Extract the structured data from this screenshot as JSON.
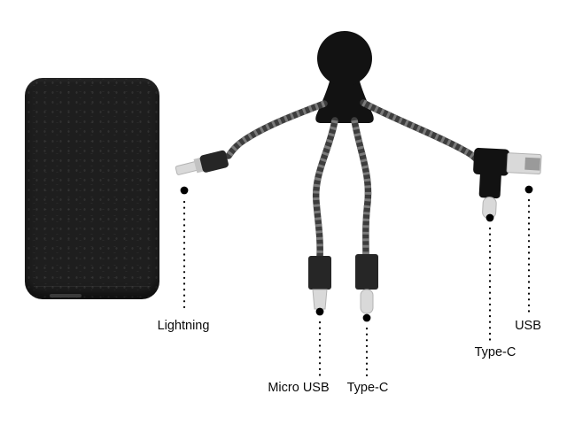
{
  "scene": {
    "labels": {
      "lightning": "Lightning",
      "micro_usb": "Micro USB",
      "type_c_center": "Type-C",
      "type_c_right": "Type-C",
      "usb": "USB"
    },
    "colors": {
      "device_black": "#1e1e1e",
      "figure_black": "#121212",
      "cable_dark": "#3d3d3d",
      "cable_light": "#7a7a7a",
      "connector_body": "#262626",
      "metal_silver": "#d9d9d9",
      "metal_shade": "#9a9a9a",
      "label_text": "#0a0a0a",
      "leader_black": "#000000"
    }
  }
}
